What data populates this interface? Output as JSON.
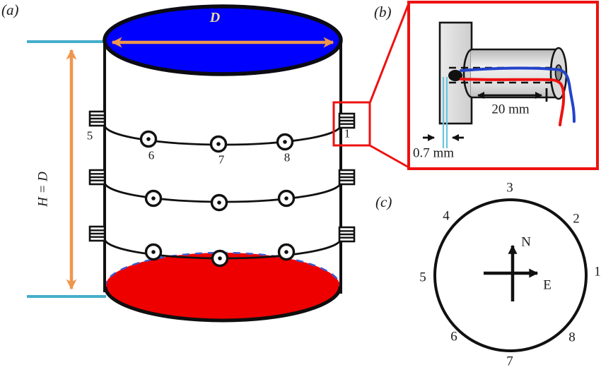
{
  "figure": {
    "panel_a": {
      "label": "(a)",
      "diameter_label": "D",
      "height_label": "H = D",
      "sensor_labels": {
        "pos5": "5",
        "pos6": "6",
        "pos7": "7",
        "pos8": "8",
        "pos1": "1"
      }
    },
    "panel_b": {
      "label": "(b)",
      "probe_depth_label": "20 mm",
      "gap_width_label": "0.7 mm"
    },
    "panel_c": {
      "label": "(c)",
      "north_label": "N",
      "east_label": "E",
      "positions": [
        "1",
        "2",
        "3",
        "4",
        "5",
        "6",
        "7",
        "8"
      ]
    },
    "colors": {
      "top_plate_blue": "#0000fe",
      "bottom_plate_red": "#ee0000",
      "bottom_plate_edge_blue": "#3c5bd0",
      "dimension_arrow_orange": "#ef964d",
      "water_line_cyan": "#45aecb",
      "inset_outline_red": "#ee1111",
      "wire_blue": "#2343cb",
      "wire_red": "#ee1111",
      "probe_gap_cyan": "#6cc5dc"
    }
  }
}
